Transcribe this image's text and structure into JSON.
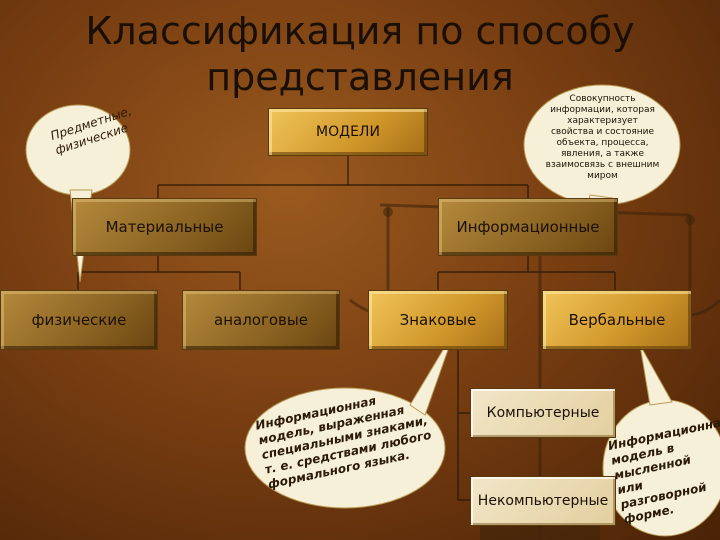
{
  "title": "Классификация по способу представления",
  "root": "МОДЕЛИ",
  "level1": [
    "Материальные",
    "Информационные"
  ],
  "level2": [
    "физические",
    "аналоговые",
    "Знаковые",
    "Вербальные"
  ],
  "level3": [
    "Компьютерные",
    "Некомпьютерные"
  ],
  "callouts": {
    "info_definition": "Совокупность информации, которая характеризует свойства и состояние объекта, процесса, явления, а также взаимосвязь с внешним миром",
    "physical": "Предметные, физические",
    "sign_model": "Информационная модель, выраженная специальными знаками, т. е. средствами любого формального языка.",
    "verbal": "Информационная модель в мысленной или разговорной форме."
  }
}
